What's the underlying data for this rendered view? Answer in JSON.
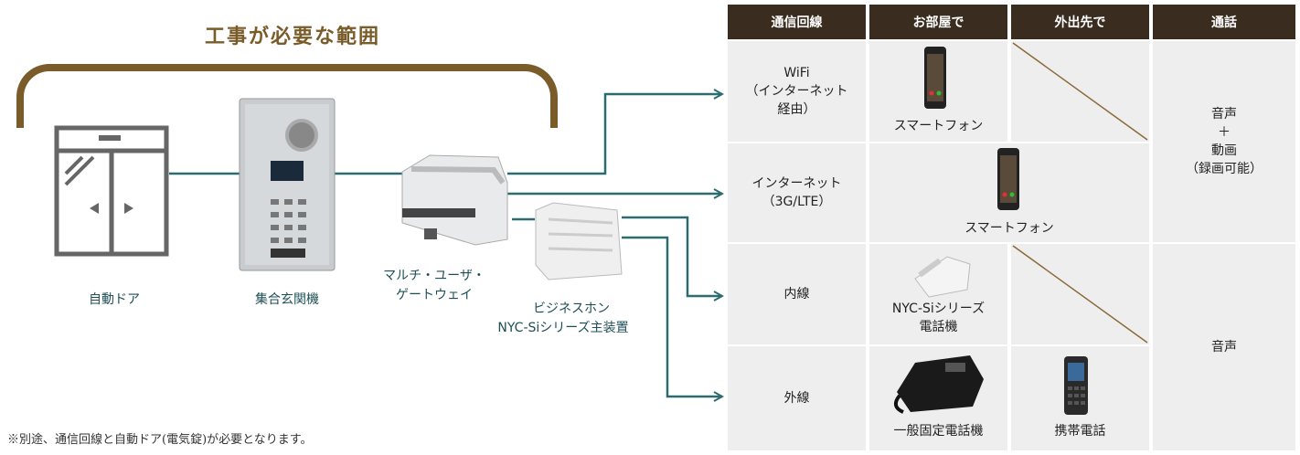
{
  "bracket_title": "工事が必要な範囲",
  "devices": {
    "auto_door": "自動ドア",
    "intercom": "集合玄関機",
    "gateway_line1": "マルチ・ユーザ・",
    "gateway_line2": "ゲートウェイ",
    "business_phone_line1": "ビジネスホン",
    "business_phone_line2": "NYC-Siシリーズ主装置"
  },
  "table": {
    "headers": [
      "通信回線",
      "お部屋で",
      "外出先で",
      "通話"
    ],
    "rows": [
      {
        "line_lines": [
          "WiFi",
          "（インターネット",
          "経由）"
        ],
        "room": "スマートフォン",
        "outside": ""
      },
      {
        "line_lines": [
          "インターネット",
          "（3G/LTE）"
        ],
        "shared": "スマートフォン"
      },
      {
        "line_lines": [
          "内線"
        ],
        "room_lines": [
          "NYC-Siシリーズ",
          "電話機"
        ],
        "outside": ""
      },
      {
        "line_lines": [
          "外線"
        ],
        "room": "一般固定電話機",
        "outside": "携帯電話"
      }
    ],
    "call_top_lines": [
      "音声",
      "＋",
      "動画",
      "（録画可能）"
    ],
    "call_bottom": "音声"
  },
  "footnote": "※別途、通信回線と自動ドア(電気錠)が必要となります。",
  "colors": {
    "line": "#2c6c6e",
    "brand": "#7a5c2a",
    "header_bg": "#3a2c1f",
    "cell_bg": "#eeeeee"
  }
}
